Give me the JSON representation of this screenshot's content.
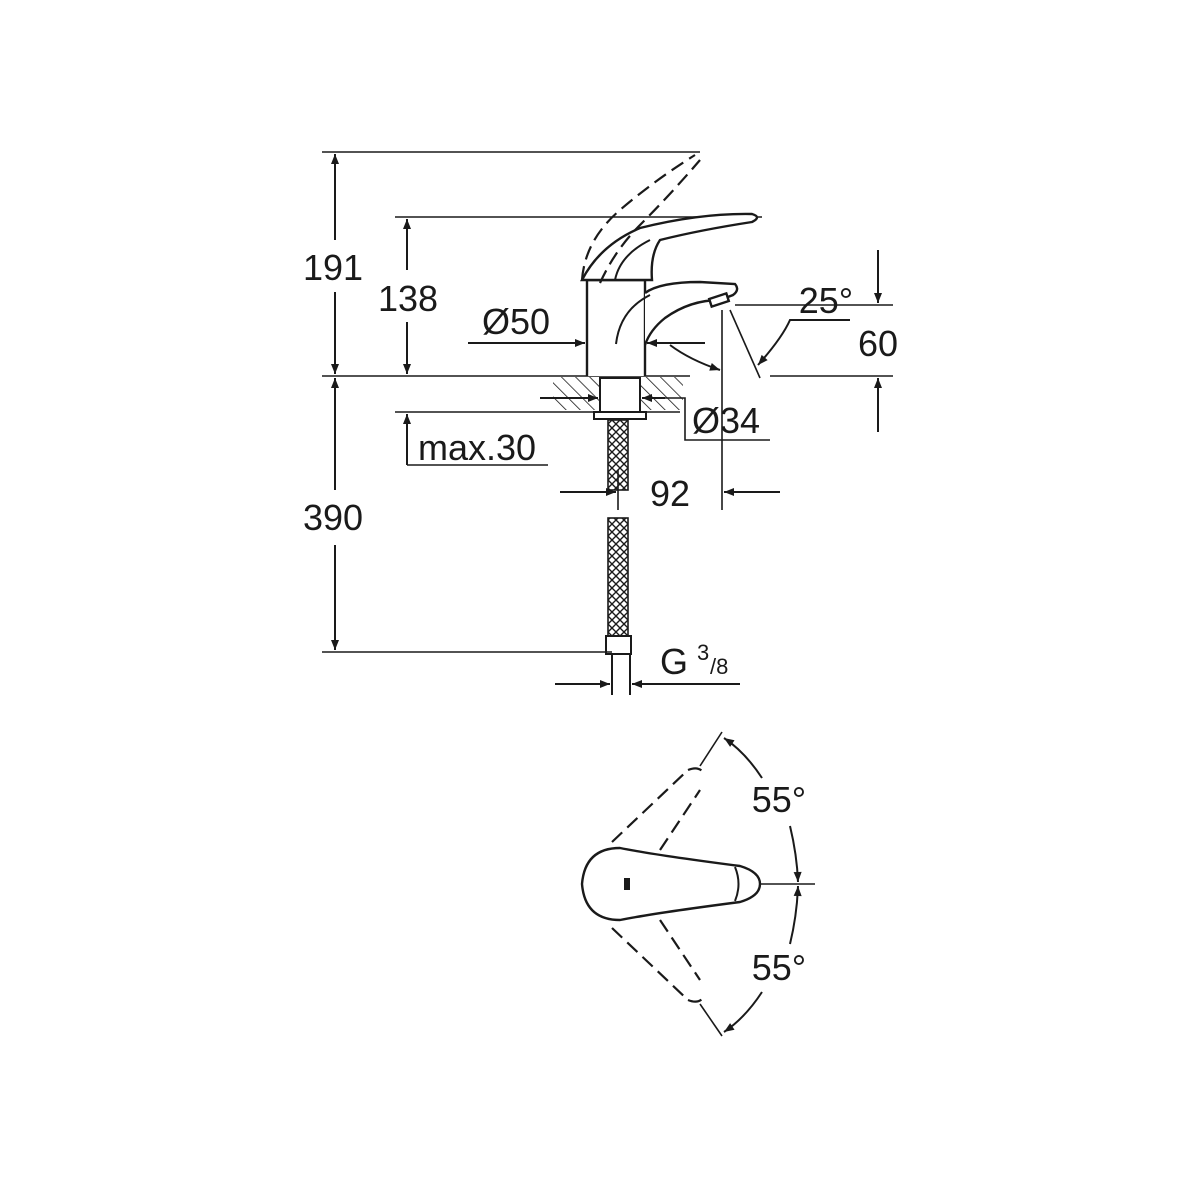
{
  "drawing": {
    "side_view": {
      "dims": {
        "overall_height_lever_up": "191",
        "height": "138",
        "body_diameter": "Ø50",
        "spout_angle": "25°",
        "outlet_height": "60",
        "hole_diameter": "Ø34",
        "max_deck_thickness": "max.30",
        "projection": "92",
        "hose_length": "390",
        "connection_thread": "G",
        "connection_size_num": "3",
        "connection_size_den": "/8"
      }
    },
    "top_view": {
      "dims": {
        "rotation_up": "55°",
        "rotation_down": "55°"
      }
    },
    "colors": {
      "line": "#1a1a1a",
      "background": "#ffffff"
    }
  }
}
